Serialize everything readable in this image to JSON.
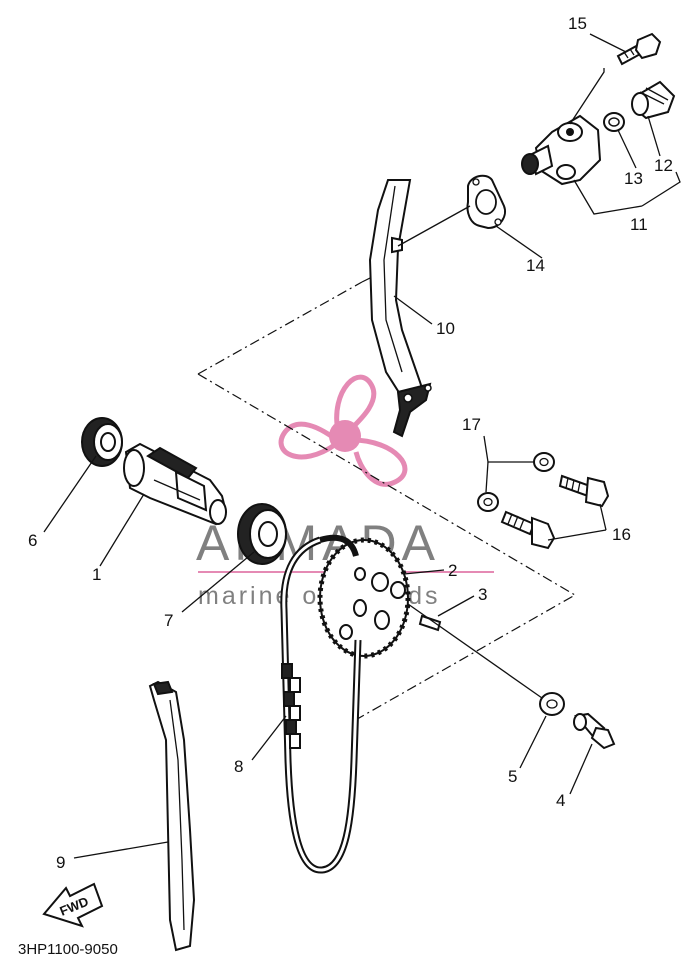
{
  "diagram_code": "3HP1100-9050",
  "direction_label": "FWD",
  "watermark": {
    "brand": "ARMADA",
    "tagline": "marine outboards",
    "pink": "#e58ab4",
    "grey": "#6b6b6b"
  },
  "parts": [
    {
      "id": "p1",
      "label": "1",
      "name": "camshaft"
    },
    {
      "id": "p2",
      "label": "2",
      "name": "cam sprocket"
    },
    {
      "id": "p3",
      "label": "3",
      "name": "pin"
    },
    {
      "id": "p4",
      "label": "4",
      "name": "bolt"
    },
    {
      "id": "p5",
      "label": "5",
      "name": "washer"
    },
    {
      "id": "p6",
      "label": "6",
      "name": "bearing"
    },
    {
      "id": "p7",
      "label": "7",
      "name": "bearing"
    },
    {
      "id": "p8",
      "label": "8",
      "name": "timing chain"
    },
    {
      "id": "p9",
      "label": "9",
      "name": "chain guide"
    },
    {
      "id": "p10",
      "label": "10",
      "name": "chain guide (tensioner side)"
    },
    {
      "id": "p11",
      "label": "11",
      "name": "tensioner assembly"
    },
    {
      "id": "p12",
      "label": "12",
      "name": "cap bolt"
    },
    {
      "id": "p13",
      "label": "13",
      "name": "gasket"
    },
    {
      "id": "p14",
      "label": "14",
      "name": "tensioner gasket"
    },
    {
      "id": "p15",
      "label": "15",
      "name": "bolt"
    },
    {
      "id": "p16",
      "label": "16",
      "name": "bolt"
    },
    {
      "id": "p17",
      "label": "17",
      "name": "washer"
    }
  ]
}
